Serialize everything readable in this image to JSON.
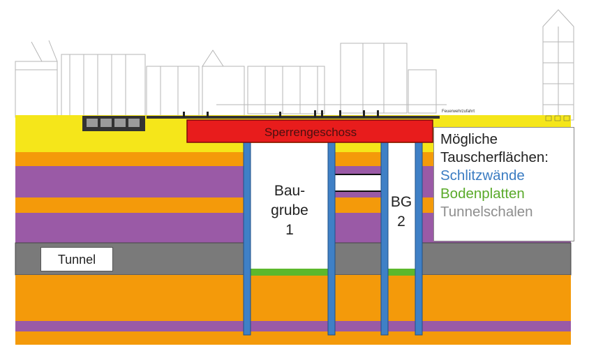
{
  "labels": {
    "sperrengeschoss": "Sperrengeschoss",
    "tunnel": "Tunnel",
    "baugrube1_line1": "Bau-",
    "baugrube1_line2": "grube",
    "baugrube1_line3": "1",
    "bg2_line1": "BG",
    "bg2_line2": "2",
    "small_sign": "Feuerwehrzufahrt"
  },
  "legend": {
    "line1": "Mögliche",
    "line2": "Tauscherflächen:",
    "item_blue": "Schlitzwände",
    "item_green": "Bodenplatten",
    "item_grey": "Tunnelschalen"
  },
  "colors": {
    "yellow": "#f5e61a",
    "orange": "#f49a0a",
    "purple": "#9a5aa6",
    "tunnel_grey": "#7a7a7a",
    "sperren_red": "#e81c1c",
    "wall_blue": "#3f80c6",
    "slab_green": "#5cb82c"
  }
}
